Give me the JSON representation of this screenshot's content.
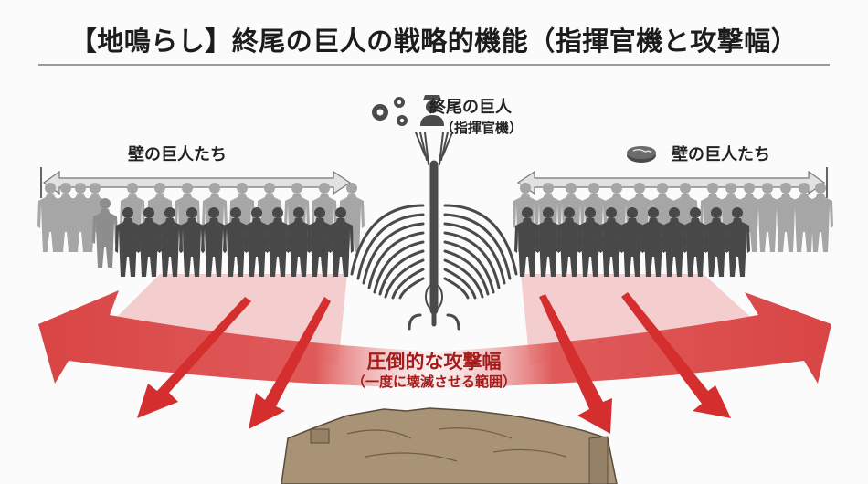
{
  "title": "【地鳴らし】終尾の巨人の戦略的機能（指揮官機と攻撃幅）",
  "left_group": {
    "label": "壁の巨人たち",
    "icon": "none"
  },
  "right_group": {
    "label": "壁の巨人たち",
    "icon": "globe-disc-icon"
  },
  "center": {
    "name": "終尾の巨人",
    "role": "（指揮官機）",
    "icons": [
      "gears-icon",
      "commander-officer-icon"
    ]
  },
  "attack": {
    "label": "圧倒的な攻撃幅",
    "sub_label": "（一度に壊滅させる範囲）"
  },
  "colors": {
    "arrow_red": "#d93a3a",
    "band_pink": "#f2c6c6",
    "text_red": "#a51c1c",
    "silhouette_dark": "#4a4a4a",
    "silhouette_light": "#9a9a9a",
    "rubble": "#a89377"
  }
}
